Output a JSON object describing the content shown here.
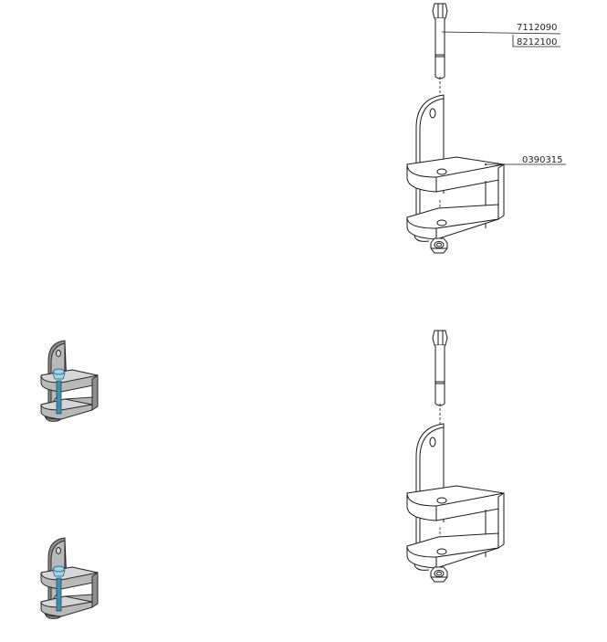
{
  "callouts": {
    "bolt_part": "7112090",
    "nut_part": "8212100",
    "bracket_part": "0390315"
  },
  "colors": {
    "line": "#1a1a1a",
    "metal": "#b9b9b9",
    "bolt_blue": "#9fd3ea"
  }
}
